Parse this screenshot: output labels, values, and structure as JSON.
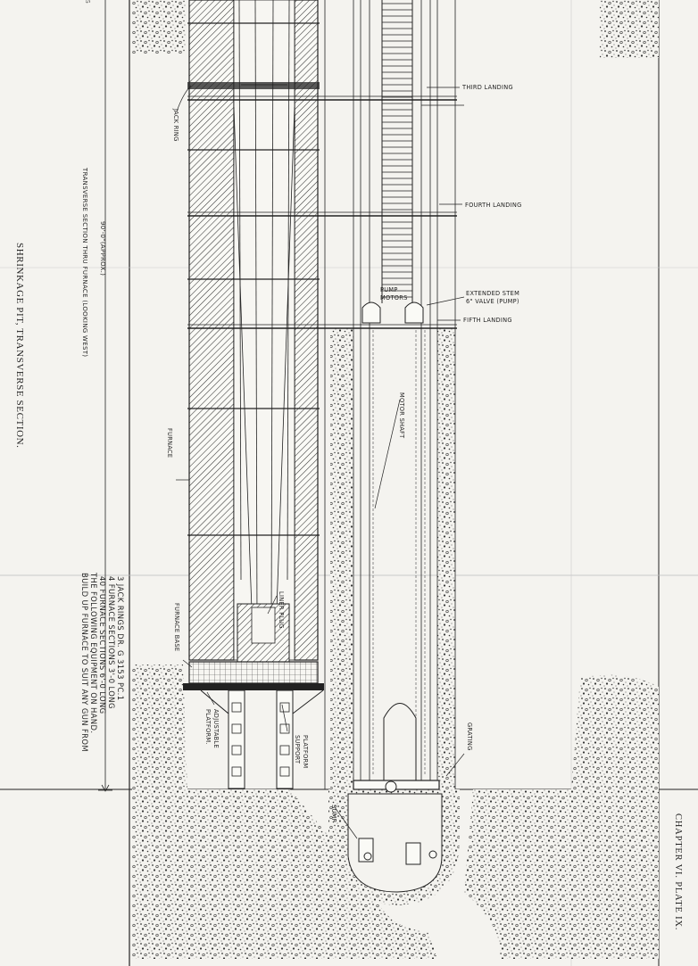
{
  "plate": {
    "title": "SHRINKAGE PIT, TRANSVERSE SECTION.",
    "chapter": "CHAPTER VI. PLATE IX.",
    "page_number": "5",
    "subtitle": "TRANSVERSE SECTION THRU FURNACE (LOOKING WEST)"
  },
  "dimension": {
    "label": "90'-0\"(APPROX.)"
  },
  "labels": {
    "third_landing": "THIRD LANDING",
    "fourth_landing": "FOURTH LANDING",
    "fifth_landing": "FIFTH LANDING",
    "pump": "PUMP",
    "motors": "MOTORS",
    "extended_stem": "EXTENDED STEM",
    "valve": "6\" VALVE     (PUMP)",
    "jack_ring": "JACK RING",
    "furnace": "FURNACE",
    "motor_shaft": "MOTOR SHAFT",
    "liner_plug": "LINER PLUG",
    "furnace_base": "FURNACE BASE",
    "adjustable": "ADJUSTABLE",
    "platform": "PLATFORM.",
    "platform_support_1": "PLATFORM",
    "platform_support_2": "SUPPORT",
    "grating": "GRATING",
    "sump": "SUMP"
  },
  "note_lines": [
    "BUILD UP FURNACE TO SUIT ANY GUN FROM",
    "THE FOLLOWING EQUIPMENT ON HAND.",
    "40 FURNACE SECTIONS 6'-0 LONG",
    "4 FURNACE SECTIONS 3'-0 LONG",
    "3 JACK RINGS  DR. G 3153 PC.1"
  ],
  "colors": {
    "ink": "#222222",
    "paper": "#f4f3ef",
    "hatch": "#333333"
  }
}
